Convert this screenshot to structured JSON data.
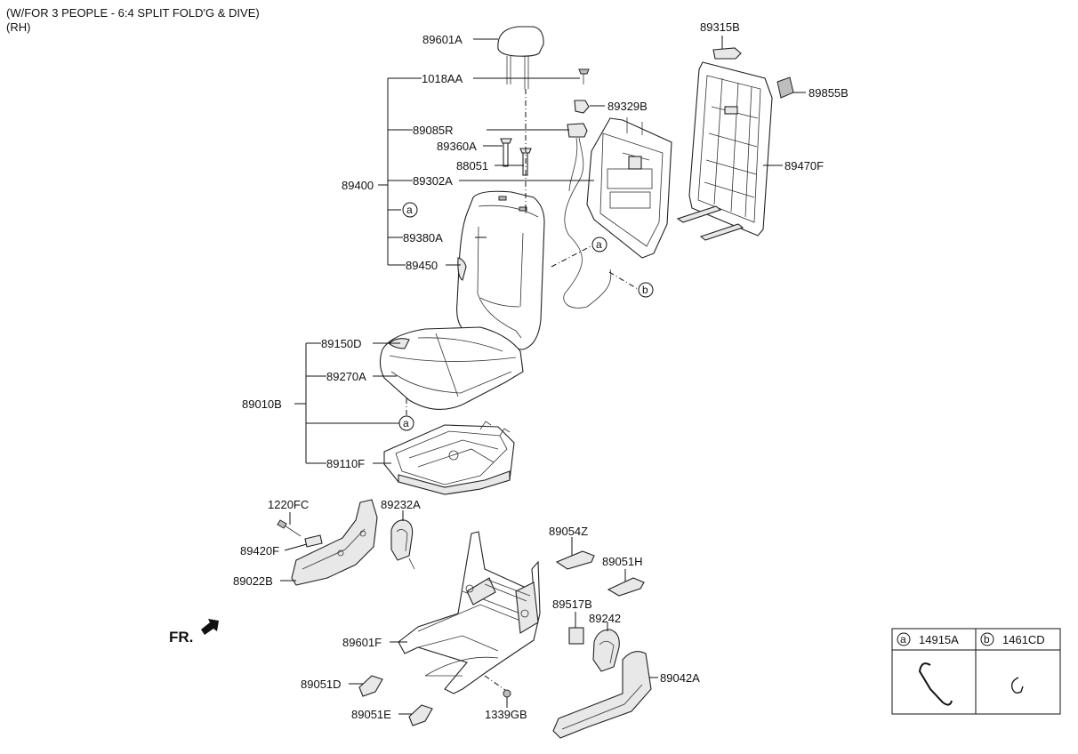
{
  "header": {
    "line1": "(W/FOR 3 PEOPLE - 6:4 SPLIT FOLD'G & DIVE)",
    "line2": "(RH)"
  },
  "parts": {
    "p89601A": "89601A",
    "p1018AA": "1018AA",
    "p89329B": "89329B",
    "p89085R": "89085R",
    "p89360A": "89360A",
    "p88051": "88051",
    "p89302A": "89302A",
    "p89400": "89400",
    "p89380A": "89380A",
    "p89450": "89450",
    "p89315B": "89315B",
    "p89855B": "89855B",
    "p89470F": "89470F",
    "p89150D": "89150D",
    "p89270A": "89270A",
    "p89010B": "89010B",
    "p89110F": "89110F",
    "p1220FC": "1220FC",
    "p89232A": "89232A",
    "p89420F": "89420F",
    "p89022B": "89022B",
    "p89054Z": "89054Z",
    "p89051H": "89051H",
    "p89517B": "89517B",
    "p89242": "89242",
    "p89601F": "89601F",
    "p89042A": "89042A",
    "p89051D": "89051D",
    "p89051E": "89051E",
    "p1339GB": "1339GB"
  },
  "callouts": {
    "a": "a",
    "b": "b"
  },
  "legend": {
    "a_letter": "a",
    "a_part": "14915A",
    "b_letter": "b",
    "b_part": "1461CD"
  },
  "front_label": "FR."
}
